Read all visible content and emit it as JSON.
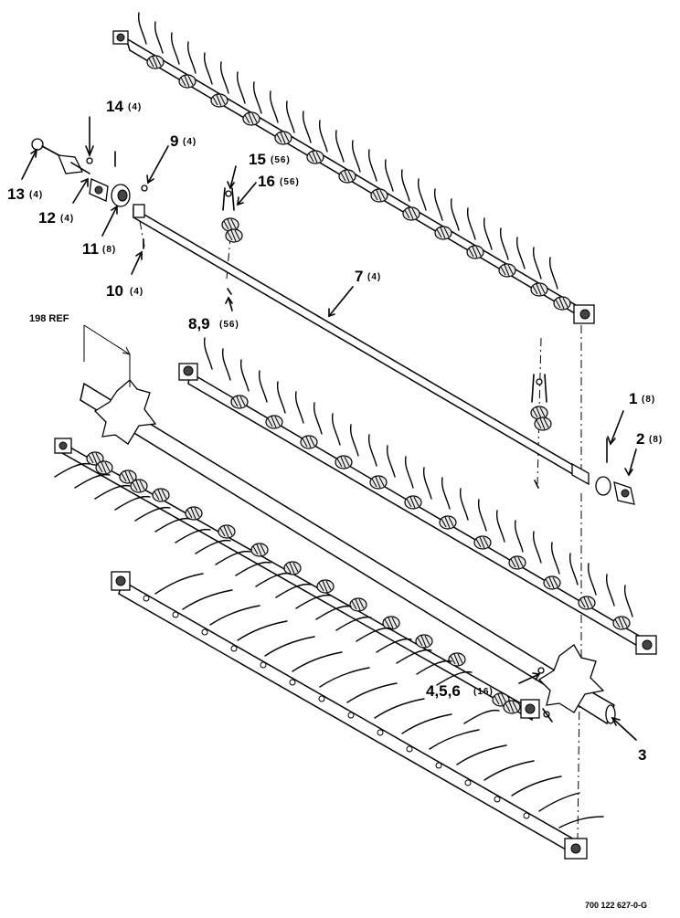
{
  "callouts": [
    {
      "id": "c14",
      "num": "14",
      "qty": "(4)"
    },
    {
      "id": "c13",
      "num": "13",
      "qty": "(4)"
    },
    {
      "id": "c12",
      "num": "12",
      "qty": "(4)"
    },
    {
      "id": "c9",
      "num": "9",
      "qty": "(4)"
    },
    {
      "id": "c11",
      "num": "11",
      "qty": "(8)"
    },
    {
      "id": "c10",
      "num": "10",
      "qty": "(4)"
    },
    {
      "id": "c15",
      "num": "15",
      "qty": "(56)"
    },
    {
      "id": "c16",
      "num": "16",
      "qty": "(56)"
    },
    {
      "id": "c7",
      "num": "7",
      "qty": "(4)"
    },
    {
      "id": "c89",
      "num": "8,9",
      "qty": "(56)"
    },
    {
      "id": "c1",
      "num": "1",
      "qty": "(8)"
    },
    {
      "id": "c2",
      "num": "2",
      "qty": "(8)"
    },
    {
      "id": "c456",
      "num": "4,5,6",
      "qty": "(16)"
    },
    {
      "id": "c3",
      "num": "3",
      "qty": ""
    }
  ],
  "reference_label": "198 REF",
  "drawing_code": "700 122 627-0-G"
}
